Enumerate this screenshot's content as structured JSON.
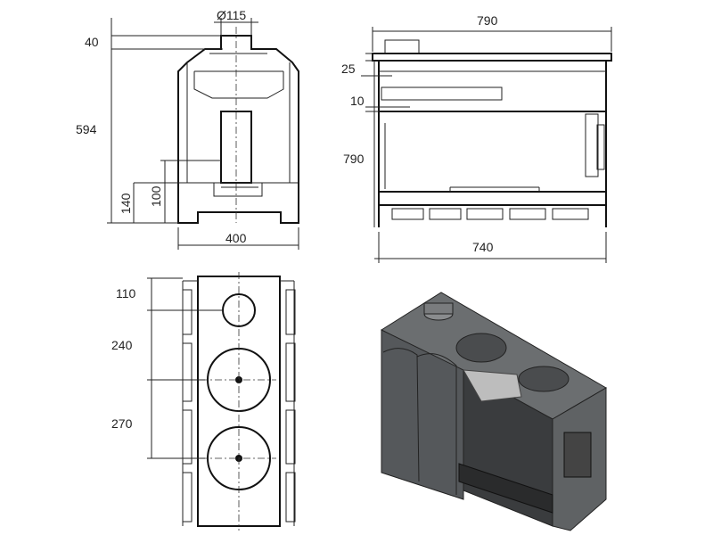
{
  "front_view": {
    "flue_diameter": "Ø115",
    "top_offset": "40",
    "height": "594",
    "door_bottom_height": "140",
    "opening_height": "100",
    "width": "400"
  },
  "side_view": {
    "depth_top": "790",
    "top_plate_thickness": "25",
    "plate_gap": "10",
    "height": "790",
    "depth_bottom": "740"
  },
  "top_view": {
    "flue_offset": "110",
    "hob_spacing_1": "240",
    "hob_spacing_2": "270"
  },
  "colors": {
    "line": "#222222",
    "body": "#5a5d60",
    "top": "#6b6e70",
    "light": "#b9b9b9"
  }
}
